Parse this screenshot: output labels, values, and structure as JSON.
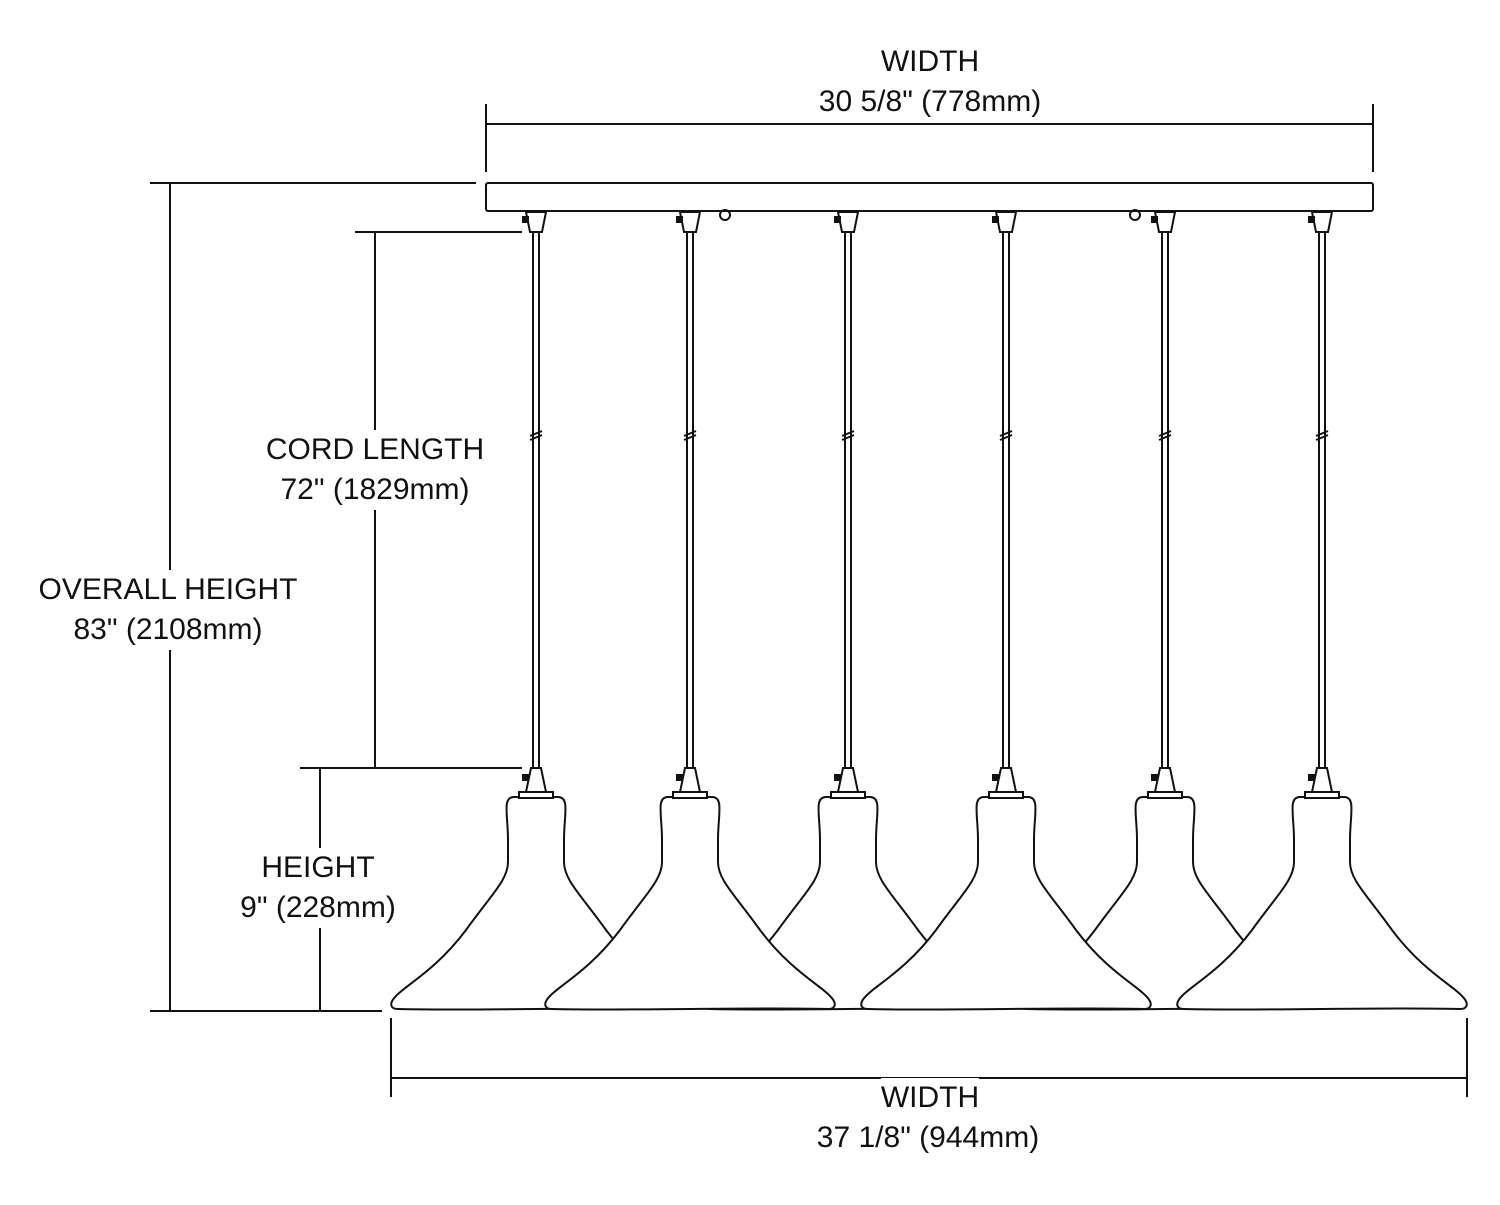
{
  "top_width": {
    "label": "WIDTH",
    "value": "30 5/8\" (778mm)"
  },
  "cord_length": {
    "label": "CORD LENGTH",
    "value": "72\" (1829mm)"
  },
  "overall_height": {
    "label": "OVERALL HEIGHT",
    "value": "83\" (2108mm)"
  },
  "shade_height": {
    "label": "HEIGHT",
    "value": "9\" (228mm)"
  },
  "bottom_width": {
    "label": "WIDTH",
    "value": "37 1/8\" (944mm)"
  },
  "line_color": "#111111"
}
